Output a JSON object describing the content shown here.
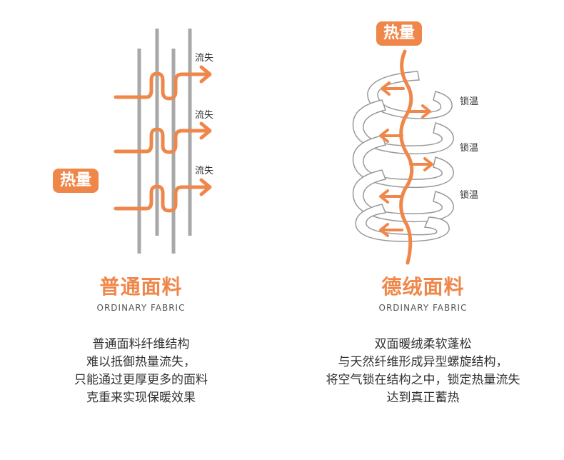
{
  "left": {
    "heat_label": "热量",
    "loss_labels": [
      "流失",
      "流失",
      "流失"
    ],
    "title": "普通面料",
    "subtitle": "ORDINARY FABRIC",
    "description": [
      "普通面料纤维结构",
      "难以抵御热量流失，",
      "只能通过更厚更多的面料",
      "克重来实现保暖效果"
    ]
  },
  "right": {
    "heat_label": "热量",
    "lock_labels": [
      "锁温",
      "锁温",
      "锁温"
    ],
    "title": "德绒面料",
    "subtitle": "ORDINARY FABRIC",
    "description": [
      "双面暖绒柔软蓬松",
      "与天然纤维形成异型螺旋结构，",
      "将空气锁在结构之中，锁定热量流失",
      "达到真正蓄热"
    ]
  },
  "colors": {
    "accent": "#f0874a",
    "fiber": "#a8a8a8",
    "text": "#333333"
  }
}
